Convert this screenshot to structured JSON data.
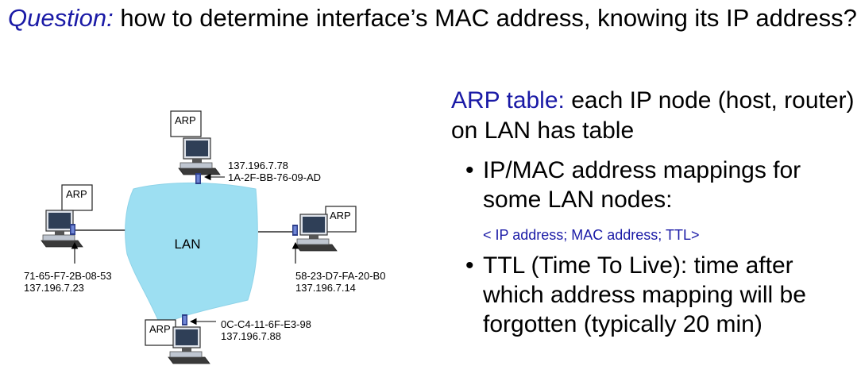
{
  "question": {
    "label": "Question:",
    "text": " how to determine interface’s MAC address, knowing its IP address?"
  },
  "diagram": {
    "lan_label": "LAN",
    "arp_label": "ARP",
    "top_node": {
      "ip": "137.196.7.78",
      "mac": "1A-2F-BB-76-09-AD"
    },
    "left_node": {
      "mac": "71-65-F7-2B-08-53",
      "ip": "137.196.7.23"
    },
    "right_node": {
      "mac": "58-23-D7-FA-20-B0",
      "ip": "137.196.7.14"
    },
    "bottom_node": {
      "mac": "0C-C4-11-6F-E3-98",
      "ip": "137.196.7.88"
    },
    "colors": {
      "lan_cloud": "#9ddff2",
      "arrow": "#000000"
    }
  },
  "explanation": {
    "arp_term": "ARP table:",
    "arp_text": " each IP node (host, router) on LAN has table",
    "bullet1": "IP/MAC address mappings for some LAN nodes:",
    "format": "< IP address; MAC address; TTL>",
    "bullet2": "TTL (Time To Live): time after which address mapping will be forgotten (typically 20 min)",
    "bullet_symbol": "•"
  }
}
